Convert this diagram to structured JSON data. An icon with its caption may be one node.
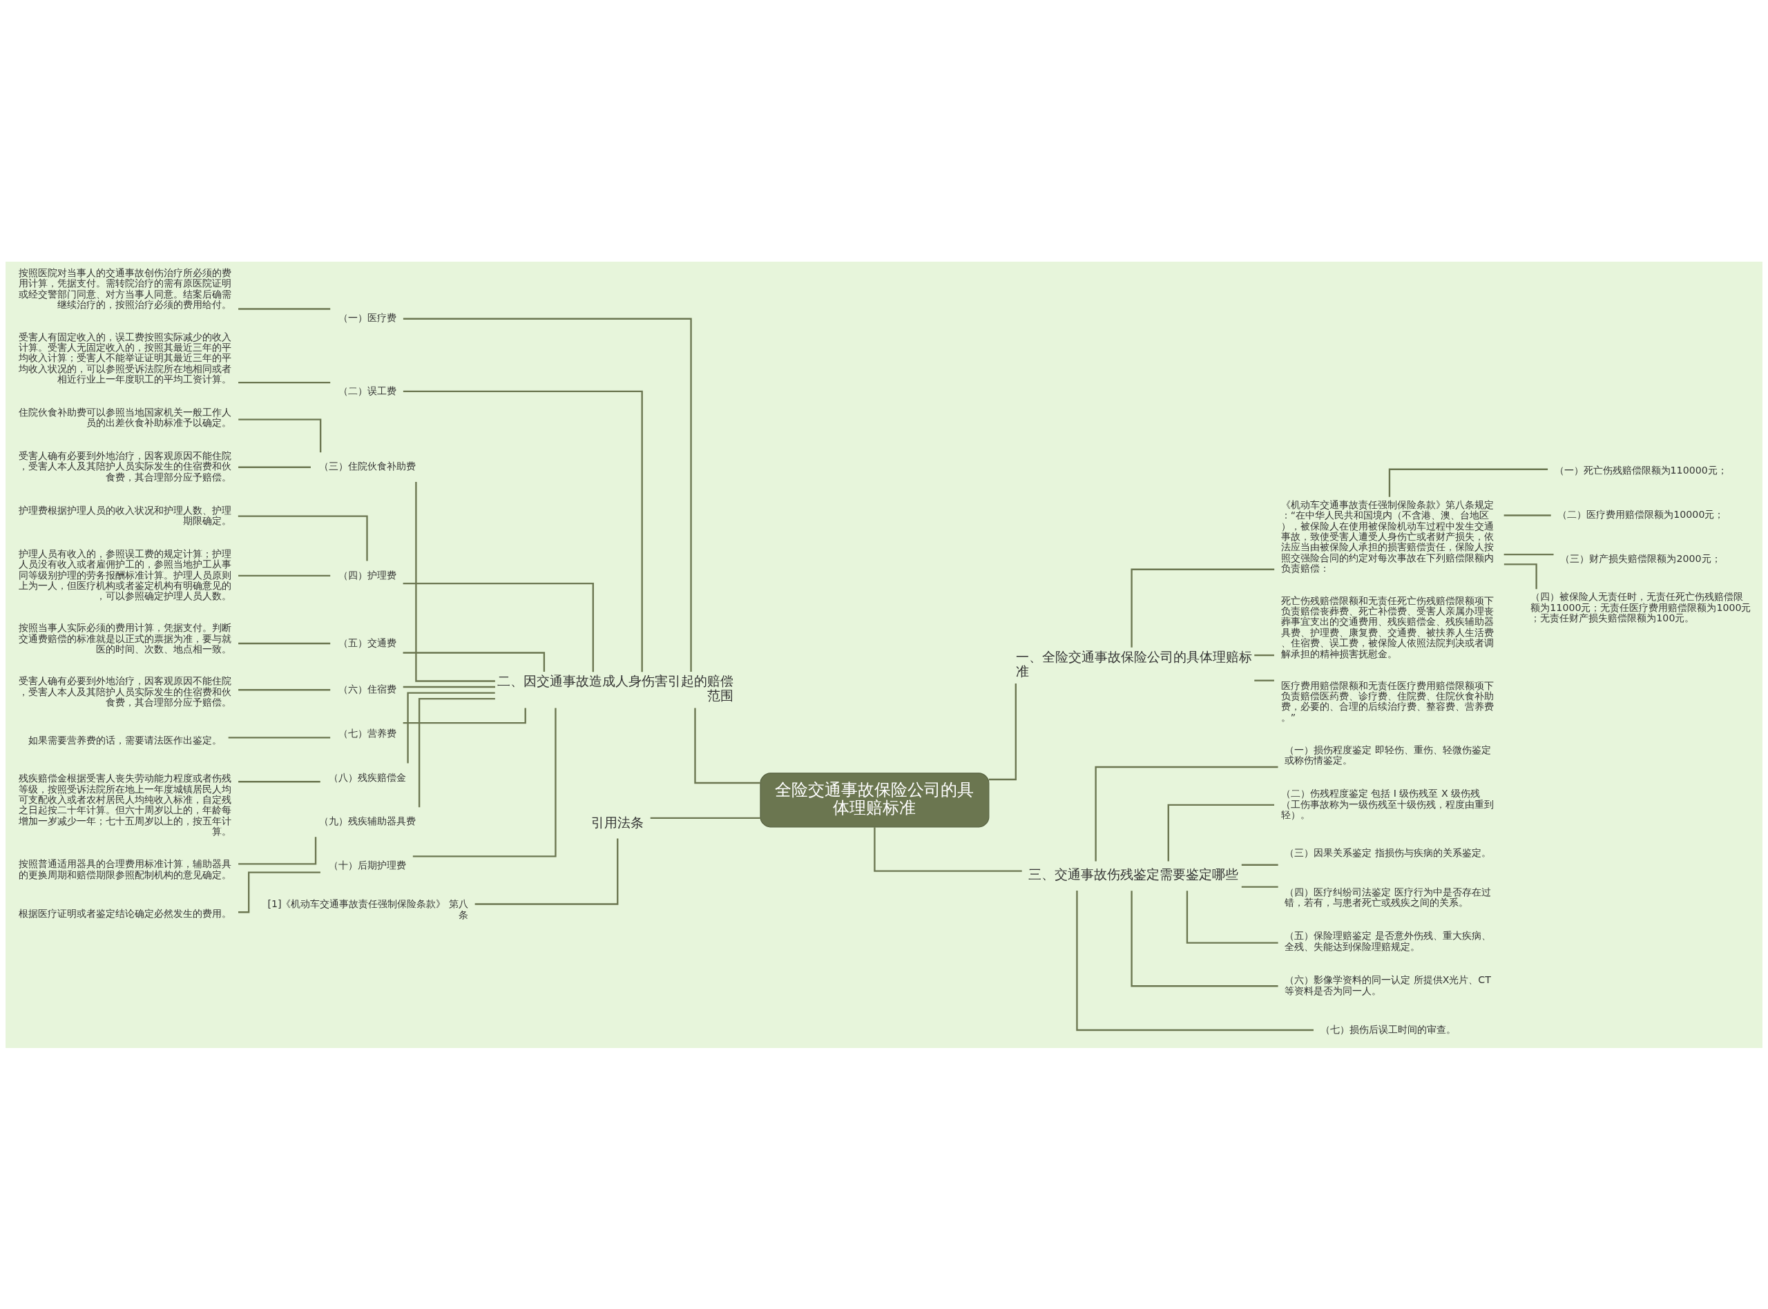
{
  "diagram": {
    "nodes": [
      {
        "text": [
          "全险交通事故保险公司的具体理赔标准"
        ]
      },
      {
        "text": [
          "二、因交通事故造成人身伤害引起的赔偿范围"
        ]
      },
      {
        "text": [
          "（一）医疗费"
        ]
      },
      {
        "text": [
          "按照医院对当事人的交通事故创伤治疗所必须的费用计算，凭据支付。需转院治疗的需有原医院证明或经交警部门同意、对方当事人同意。结案后确需继续治疗的，按照治疗必须的费用给付。"
        ]
      },
      {
        "text": [
          "（二）误工费"
        ]
      },
      {
        "text": [
          "受害人有固定收入的，误工费按照实际减少的收入计算。受害人无固定收入的，按照其最近三年的平均收入计算；受害人不能举证证明其最近三年的平均收入状况的，可以参照受诉法院所在地相同或者相近行业上一年度职工的平均工资计算。"
        ]
      },
      {
        "text": [
          "（三）住院伙食补助费"
        ]
      },
      {
        "text": [
          "住院伙食补助费可以参照当地国家机关一般工作人员的出差伙食补助标准予以确定。"
        ]
      },
      {
        "text": [
          "受害人确有必要到外地治疗，因客观原因不能住院，受害人本人及其陪护人员实际发生的住宿费和伙食费，其合理部分应予赔偿。"
        ]
      },
      {
        "text": [
          "（四）护理费"
        ]
      },
      {
        "text": [
          "护理费根据护理人员的收入状况和护理人数、护理期限确定。"
        ]
      },
      {
        "text": [
          "护理人员有收入的，参照误工费的规定计算；护理人员没有收入或者雇佣护工的，参照当地护工从事同等级别护理的劳务报酬标准计算。护理人员原则上为一人，但医疗机构或者鉴定机构有明确意见的，可以参照确定护理人员人数。"
        ]
      },
      {
        "text": [
          "（五）交通费"
        ]
      },
      {
        "text": [
          "按照当事人实际必须的费用计算，凭据支付。判断交通费赔偿的标准就是以正式的票据为准，要与就医的时间、次数、地点相一致。"
        ]
      },
      {
        "text": [
          "（六）住宿费"
        ]
      },
      {
        "text": [
          "受害人确有必要到外地治疗，因客观原因不能住院，受害人本人及其陪护人员实际发生的住宿费和伙食费，其合理部分应予赔偿。"
        ]
      },
      {
        "text": [
          "（七）营养费"
        ]
      },
      {
        "text": [
          "如果需要营养费的话，需要请法医作出鉴定。"
        ]
      },
      {
        "text": [
          "（八）残疾赔偿金"
        ]
      },
      {
        "text": [
          "残疾赔偿金根据受害人丧失劳动能力程度或者伤残等级，按照受诉法院所在地上一年度城镇居民人均可支配收入或者农村居民人均纯收入标准，自定残之日起按二十年计算。但六十周岁以上的，年龄每增加一岁减少一年；七十五周岁以上的，按五年计算。"
        ]
      },
      {
        "text": [
          "（九）残疾辅助器具费"
        ]
      },
      {
        "text": [
          "按照普通适用器具的合理费用标准计算，辅助器具的更换周期和赔偿期限参照配制机构的意见确定。"
        ]
      },
      {
        "text": [
          "（十）后期护理费"
        ]
      },
      {
        "text": [
          "根据医疗证明或者鉴定结论确定必然发生的费用。"
        ]
      },
      {
        "text": [
          "引用法条"
        ]
      },
      {
        "text": [
          "[1]《机动车交通事故责任强制保险条款》 第八条"
        ]
      },
      {
        "text": [
          "一、全险交通事故保险公司的具体理赔标准"
        ]
      },
      {
        "text": [
          "《机动车交通事故责任强制保险条款》第八条规定：“在中华人民共和国境内（不含港、澳、台地区），被保险人在使用被保险机动车过程中发生交通事故，致使受害人遭受人身伤亡或者财产损失，依法应当由被保险人承担的损害赔偿责任，保险人按照交强险合同的约定对每次事故在下列赔偿限额内负责赔偿："
        ]
      },
      {
        "text": [
          "（一）死亡伤残赔偿限额为110000元；"
        ]
      },
      {
        "text": [
          "（二）医疗费用赔偿限额为10000元；"
        ]
      },
      {
        "text": [
          "（三）财产损失赔偿限额为2000元；"
        ]
      },
      {
        "text": [
          "（四）被保险人无责任时，无责任死亡伤残赔偿限额为11000元；无责任医疗费用赔偿限额为1000元；无责任财产损失赔偿限额为100元。"
        ]
      },
      {
        "text": [
          "死亡伤残赔偿限额和无责任死亡伤残赔偿限额项下负责赔偿丧葬费、死亡补偿费、受害人亲属办理丧葬事宜支出的交通费用、残疾赔偿金、残疾辅助器具费、护理费、康复费、交通费、被扶养人生活费、住宿费、误工费，被保险人依照法院判决或者调解承担的精神损害抚慰金。"
        ]
      },
      {
        "text": [
          "医疗费用赔偿限额和无责任医疗费用赔偿限额项下负责赔偿医药费、诊疗费、住院费、住院伙食补助费，必要的、合理的后续治疗费、整容费、营养费。”"
        ]
      },
      {
        "text": [
          "三、交通事故伤残鉴定需要鉴定哪些"
        ]
      },
      {
        "text": [
          "（一）损伤程度鉴定 即轻伤、重伤、轻微伤鉴定或称伤情鉴定。"
        ]
      },
      {
        "text": [
          "（二）伤残程度鉴定 包括 I 级伤残至 X 级伤残（工伤事故称为一级伤残至十级伤残，程度由重到轻）。"
        ]
      },
      {
        "text": [
          "（三）因果关系鉴定 指损伤与疾病的关系鉴定。"
        ]
      },
      {
        "text": [
          "（四）医疗纠纷司法鉴定 医疗行为中是否存在过错，若有，与患者死亡或残疾之间的关系。"
        ]
      },
      {
        "text": [
          "（五）保险理赔鉴定 是否意外伤残、重大疾病、全残、失能达到保险理赔规定。"
        ]
      },
      {
        "text": [
          "（六）影像学资料的同一认定 所提供X光片、CT等资料是否为同一人。"
        ]
      },
      {
        "text": [
          "（七）损伤后误工时间的审查。"
        ]
      }
    ],
    "edges": [
      {
        "from": 0,
        "to": 1,
        "arrow": "none"
      },
      {
        "from": 1,
        "to": 2,
        "arrow": "none"
      },
      {
        "from": 2,
        "to": 3,
        "arrow": "none"
      },
      {
        "from": 1,
        "to": 4,
        "arrow": "none"
      },
      {
        "from": 4,
        "to": 5,
        "arrow": "none"
      },
      {
        "from": 1,
        "to": 6,
        "arrow": "none"
      },
      {
        "from": 6,
        "to": 7,
        "arrow": "none"
      },
      {
        "from": 6,
        "to": 8,
        "arrow": "none"
      },
      {
        "from": 1,
        "to": 9,
        "arrow": "none"
      },
      {
        "from": 9,
        "to": 10,
        "arrow": "none"
      },
      {
        "from": 9,
        "to": 11,
        "arrow": "none"
      },
      {
        "from": 1,
        "to": 12,
        "arrow": "none"
      },
      {
        "from": 12,
        "to": 13,
        "arrow": "none"
      },
      {
        "from": 1,
        "to": 14,
        "arrow": "none"
      },
      {
        "from": 14,
        "to": 15,
        "arrow": "none"
      },
      {
        "from": 1,
        "to": 16,
        "arrow": "none"
      },
      {
        "from": 16,
        "to": 17,
        "arrow": "none"
      },
      {
        "from": 1,
        "to": 18,
        "arrow": "none"
      },
      {
        "from": 18,
        "to": 19,
        "arrow": "none"
      },
      {
        "from": 1,
        "to": 20,
        "arrow": "none"
      },
      {
        "from": 20,
        "to": 21,
        "arrow": "none"
      },
      {
        "from": 1,
        "to": 22,
        "arrow": "none"
      },
      {
        "from": 22,
        "to": 23,
        "arrow": "none"
      },
      {
        "from": 0,
        "to": 24,
        "arrow": "none"
      },
      {
        "from": 24,
        "to": 25,
        "arrow": "none"
      },
      {
        "from": 0,
        "to": 26,
        "arrow": "none"
      },
      {
        "from": 26,
        "to": 27,
        "arrow": "none"
      },
      {
        "from": 27,
        "to": 28,
        "arrow": "none"
      },
      {
        "from": 27,
        "to": 29,
        "arrow": "none"
      },
      {
        "from": 27,
        "to": 30,
        "arrow": "none"
      },
      {
        "from": 27,
        "to": 31,
        "arrow": "none"
      },
      {
        "from": 26,
        "to": 32,
        "arrow": "none"
      },
      {
        "from": 26,
        "to": 33,
        "arrow": "none"
      },
      {
        "from": 0,
        "to": 34,
        "arrow": "none"
      },
      {
        "from": 34,
        "to": 35,
        "arrow": "none"
      },
      {
        "from": 34,
        "to": 36,
        "arrow": "none"
      },
      {
        "from": 34,
        "to": 37,
        "arrow": "none"
      },
      {
        "from": 34,
        "to": 38,
        "arrow": "none"
      },
      {
        "from": 34,
        "to": 39,
        "arrow": "none"
      },
      {
        "from": 34,
        "to": 40,
        "arrow": "none"
      },
      {
        "from": 34,
        "to": 41,
        "arrow": "none"
      }
    ]
  }
}
